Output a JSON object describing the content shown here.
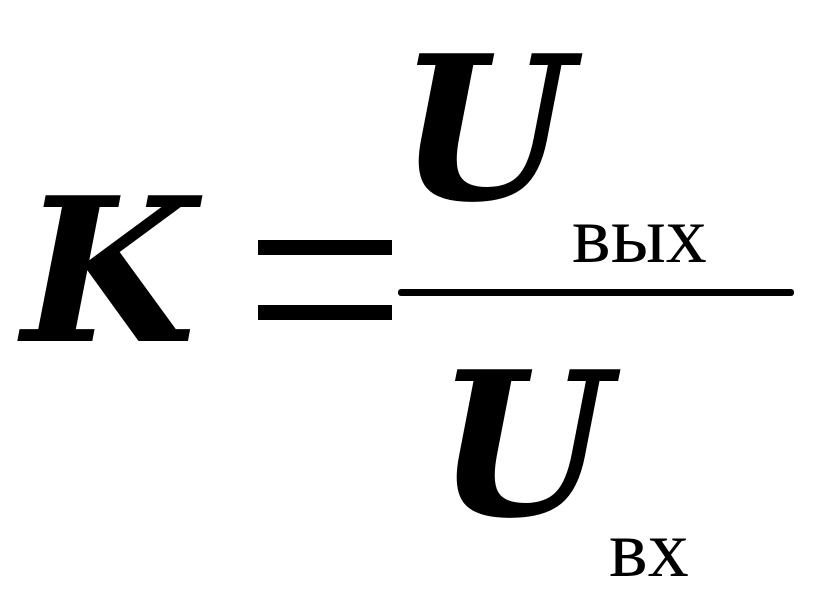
{
  "formula": {
    "lhs": "K",
    "equals": "=",
    "numerator": {
      "symbol": "U",
      "subscript": "вых"
    },
    "denominator": {
      "symbol": "U",
      "subscript": "вх"
    }
  }
}
